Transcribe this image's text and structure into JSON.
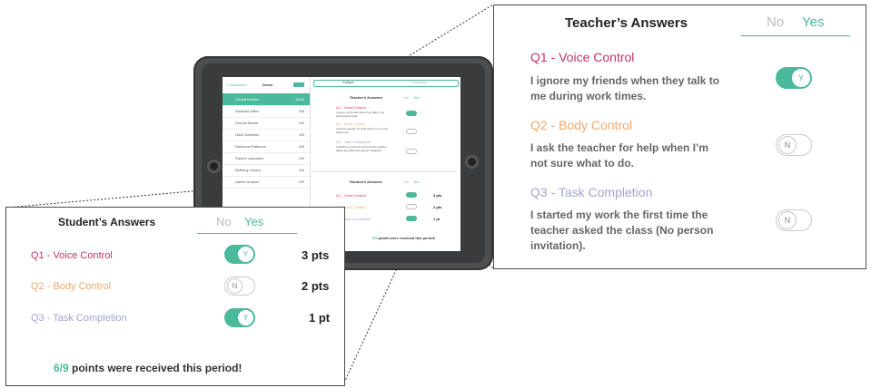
{
  "colors": {
    "accent": "#4bb99b",
    "q1": "#c2336a",
    "q2": "#f2a76b",
    "q3": "#a3a2d4",
    "body_text": "#666666"
  },
  "tablet": {
    "nav_back": "< Classroom",
    "nav_title": "Demo",
    "seg_left": "Collect",
    "seg_right": "Summary",
    "students": [
      {
        "name": "Gerald Kelsom",
        "score": "12/18"
      },
      {
        "name": "Nicholas Miller",
        "score": "6/9"
      },
      {
        "name": "Dennet Marks",
        "score": "6/9"
      },
      {
        "name": "Dave Dedricks",
        "score": "6/9"
      },
      {
        "name": "Rebecca Patterson",
        "score": "6/9"
      },
      {
        "name": "Rachel Lancaster",
        "score": "6/9"
      },
      {
        "name": "Bethany Leasor",
        "score": "6/9"
      },
      {
        "name": "Daniel Hudson",
        "score": "6/9"
      }
    ],
    "teacher_title": "Teacher's Answers",
    "student_title": "Student's Answers",
    "no": "No",
    "yes": "Yes",
    "q1": "Q1 - Voice Control",
    "q2": "Q2 - Body Control",
    "q3": "Q3 - Task Completion",
    "q1_text": "I ignore my friends when they talk to me during work times.",
    "q2_text": "I ask the teacher for help when I'm not sure what to do.",
    "q3_text": "I started my work the first time the teacher asked the class (No person invitation).",
    "pts1": "3 pts",
    "pts2": "2 pts",
    "pts3": "1 pt",
    "summary_num": "6/9",
    "summary_rest": " points were received this period!"
  },
  "teacher_panel": {
    "title": "Teacher’s Answers",
    "no_label": "No",
    "yes_label": "Yes",
    "questions": [
      {
        "label": "Q1 - Voice Control",
        "text": "I ignore my friends when they talk to me during work times.",
        "answer": "Y"
      },
      {
        "label": "Q2 - Body Control",
        "text": "I ask the teacher for help when I’m not sure what to do.",
        "answer": "N"
      },
      {
        "label": "Q3 - Task Completion",
        "text": "I started my work the first time the teacher asked the class (No person invitation).",
        "answer": "N"
      }
    ]
  },
  "student_panel": {
    "title": "Student’s Answers",
    "no_label": "No",
    "yes_label": "Yes",
    "questions": [
      {
        "label": "Q1 - Voice Control",
        "answer": "Y",
        "points": "3 pts"
      },
      {
        "label": "Q2 - Body Control",
        "answer": "N",
        "points": "2 pts"
      },
      {
        "label": "Q3 - Task Completion",
        "answer": "Y",
        "points": "1 pt"
      }
    ],
    "summary_value": "6/9",
    "summary_text": " points were received this period!"
  }
}
